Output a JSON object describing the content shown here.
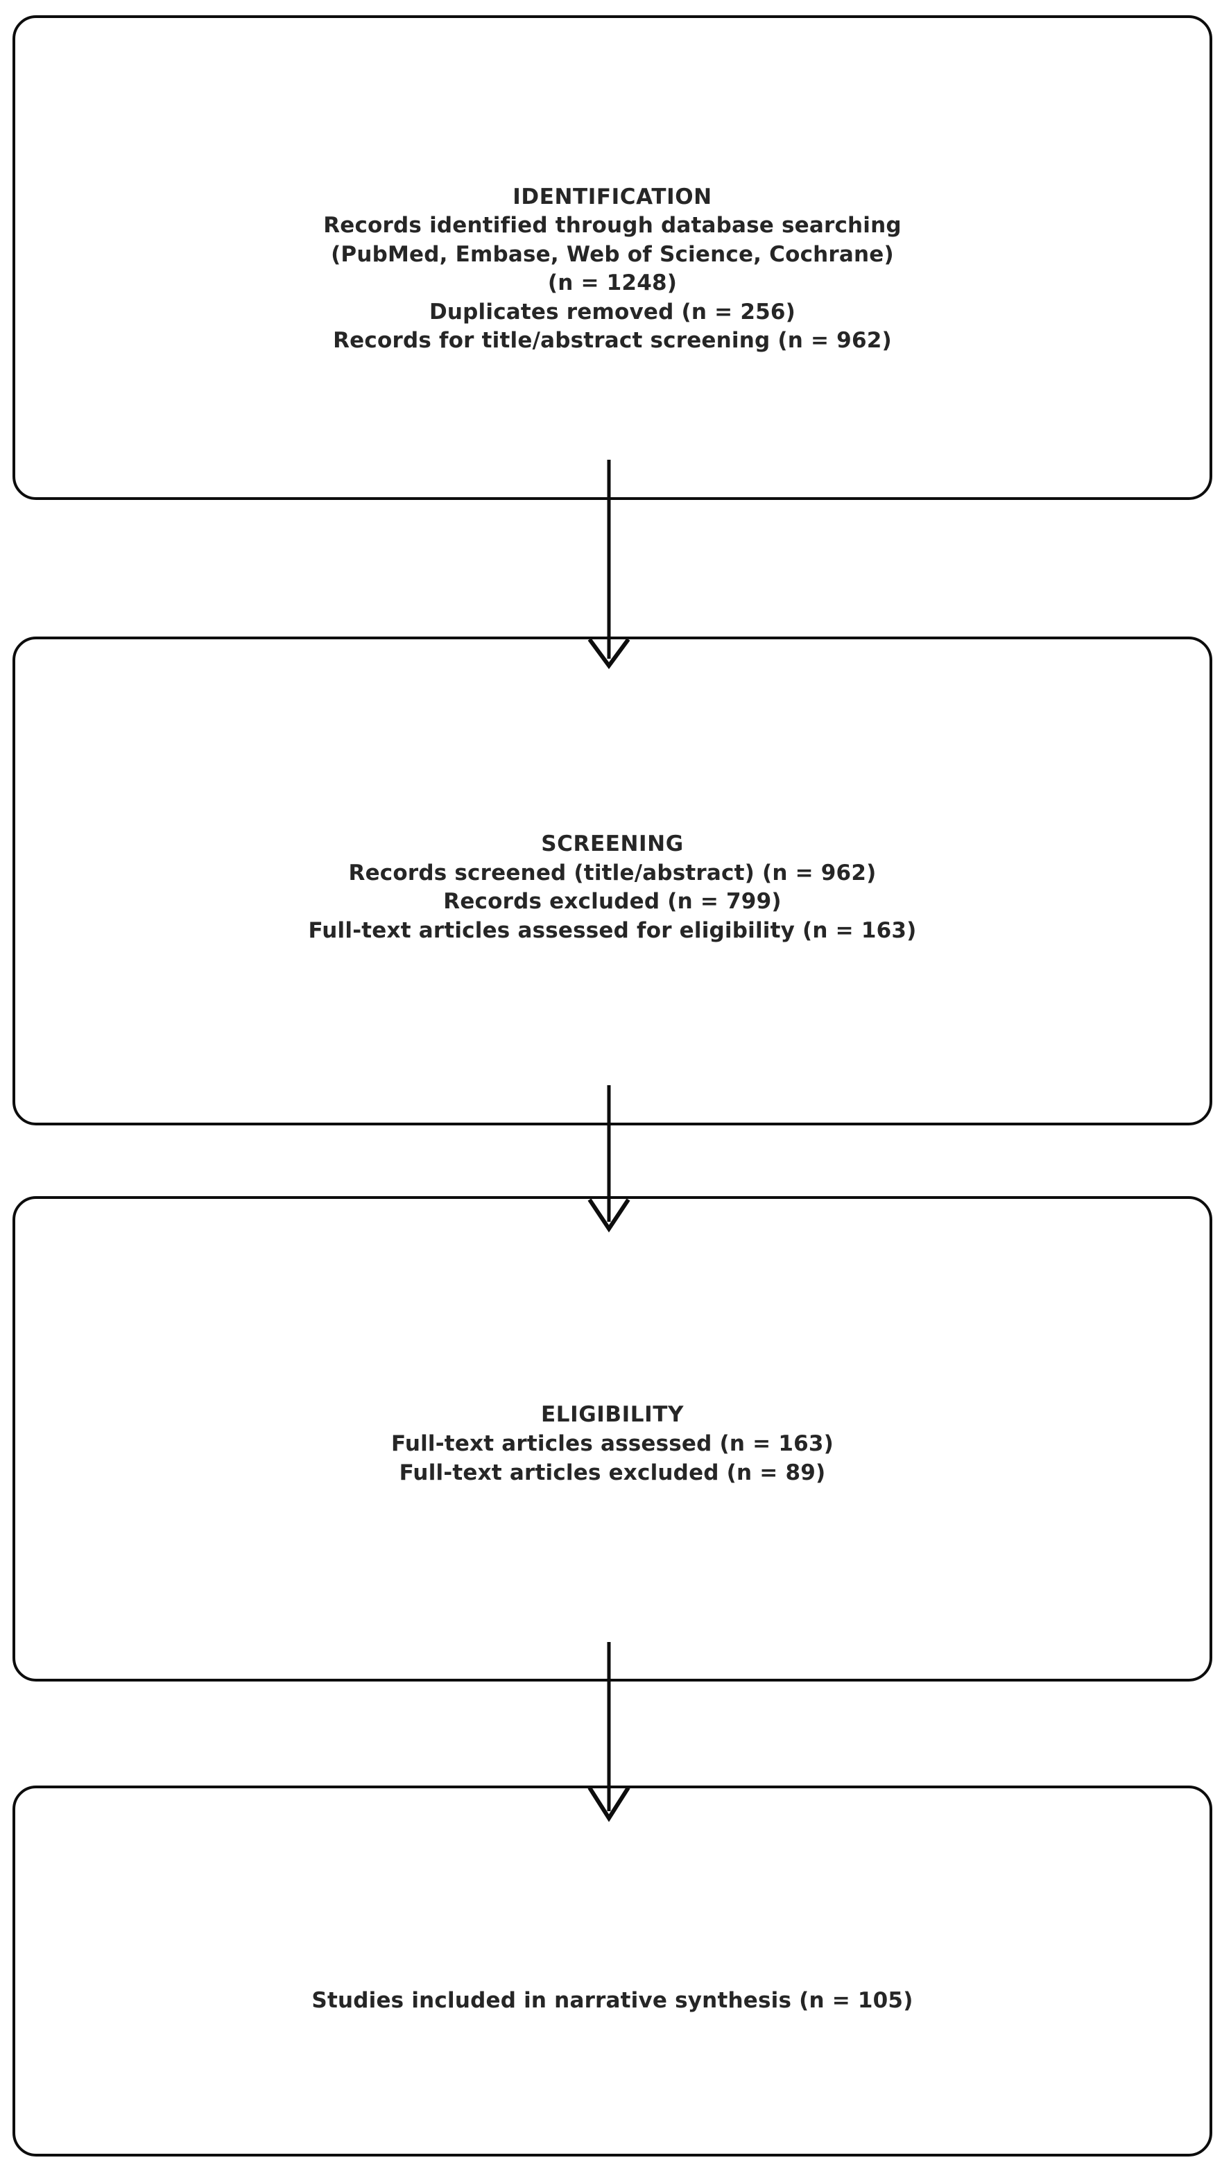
{
  "diagram": {
    "type": "prisma-flow-diagram",
    "orientation": "vertical",
    "background_color": "#ffffff",
    "line_color": "#0d0d0d",
    "text_color": "#262626",
    "boxes": [
      {
        "id": "identification",
        "stage": "IDENTIFICATION",
        "lines": [
          "Records identified through database searching",
          "(PubMed, Embase, Web of Science, Cochrane)",
          "(n = 1248)",
          "Duplicates removed (n = 256)",
          "Records for title/abstract screening (n = 962)"
        ],
        "body": "Records identified through database searching\n(PubMed, Embase, Web of Science, Cochrane)\n(n = 1248)\nDuplicates removed (n = 256)\nRecords for title/abstract screening (n = 962)",
        "counts": {
          "records_identified": 1248,
          "duplicates_removed": 256,
          "records_for_screening": 962
        },
        "databases": [
          "PubMed",
          "Embase",
          "Web of Science",
          "Cochrane"
        ]
      },
      {
        "id": "screening",
        "stage": "SCREENING",
        "lines": [
          "Records screened (title/abstract) (n = 962)",
          "Records excluded (n = 799)",
          "Full-text articles assessed for eligibility (n = 163)"
        ],
        "body": "Records screened (title/abstract) (n = 962)\nRecords excluded (n = 799)\nFull-text articles assessed for eligibility (n = 163)",
        "counts": {
          "records_screened": 962,
          "records_excluded": 799,
          "full_text_assessed": 163
        }
      },
      {
        "id": "eligibility",
        "stage": "ELIGIBILITY",
        "lines": [
          "Full-text articles assessed (n = 163)",
          "Full-text articles excluded (n = 89)"
        ],
        "body": "Full-text articles assessed (n = 163)\nFull-text articles excluded (n = 89)",
        "counts": {
          "full_text_assessed": 163,
          "full_text_excluded": 89
        }
      },
      {
        "id": "included",
        "stage": "",
        "lines": [
          "Studies included in narrative synthesis (n = 105)"
        ],
        "body": "Studies included in narrative synthesis (n = 105)",
        "counts": {
          "studies_included": 105
        }
      }
    ],
    "connectors": [
      {
        "id": "arrow-identification-to-screening",
        "from": "identification",
        "to": "screening"
      },
      {
        "id": "arrow-screening-to-eligibility",
        "from": "screening",
        "to": "eligibility"
      },
      {
        "id": "arrow-eligibility-to-included",
        "from": "eligibility",
        "to": "included"
      }
    ]
  }
}
